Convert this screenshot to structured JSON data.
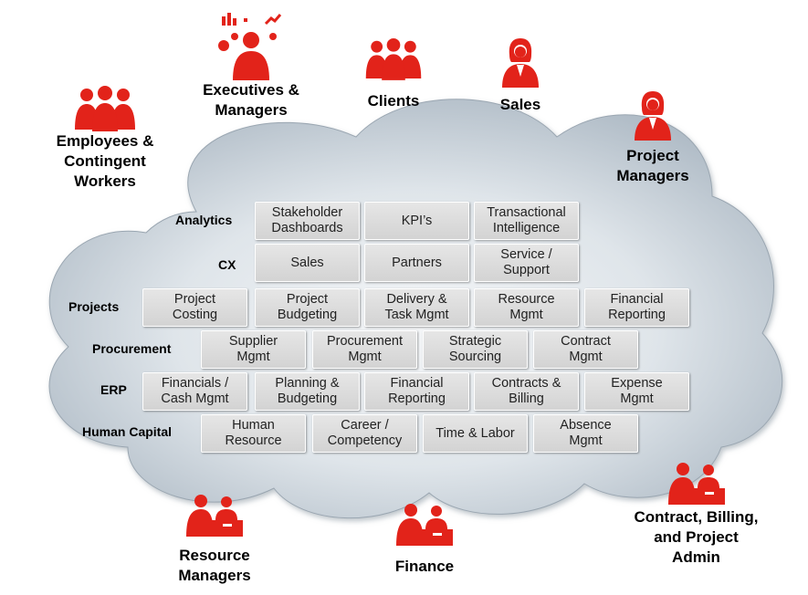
{
  "personas": [
    {
      "key": "employees",
      "label": "Employees &\nContingent\nWorkers",
      "icon": "group-of-three-people-icon"
    },
    {
      "key": "executives",
      "label": "Executives &\nManagers",
      "icon": "executive-with-charts-icon"
    },
    {
      "key": "clients",
      "label": "Clients",
      "icon": "group-of-three-people-icon"
    },
    {
      "key": "sales",
      "label": "Sales",
      "icon": "woman-icon"
    },
    {
      "key": "project_managers",
      "label": "Project\nManagers",
      "icon": "woman-icon"
    },
    {
      "key": "resource_managers",
      "label": "Resource\nManagers",
      "icon": "people-at-desk-icon"
    },
    {
      "key": "finance",
      "label": "Finance",
      "icon": "people-at-desk-icon"
    },
    {
      "key": "contract_admin",
      "label": "Contract, Billing,\nand Project\nAdmin",
      "icon": "people-at-desk-icon"
    }
  ],
  "rows": [
    {
      "label": "Analytics",
      "items": [
        "Stakeholder\nDashboards",
        "KPI’s",
        "Transactional\nIntelligence"
      ]
    },
    {
      "label": "CX",
      "items": [
        "Sales",
        "Partners",
        "Service /\nSupport"
      ]
    },
    {
      "label": "Projects",
      "items": [
        "Project\nCosting",
        "Project\nBudgeting",
        "Delivery &\nTask Mgmt",
        "Resource\nMgmt",
        "Financial\nReporting"
      ]
    },
    {
      "label": "Procurement",
      "items": [
        "Supplier\nMgmt",
        "Procurement\nMgmt",
        "Strategic\nSourcing",
        "Contract\nMgmt"
      ]
    },
    {
      "label": "ERP",
      "items": [
        "Financials /\nCash Mgmt",
        "Planning &\nBudgeting",
        "Financial\nReporting",
        "Contracts &\nBilling",
        "Expense\nMgmt"
      ]
    },
    {
      "label": "Human Capital",
      "items": [
        "Human\nResource",
        "Career /\nCompetency",
        "Time & Labor",
        "Absence\nMgmt"
      ]
    }
  ],
  "colors": {
    "accent": "#e2231a",
    "cloud": "#c9d3dc",
    "box": "#dcdcdc"
  }
}
